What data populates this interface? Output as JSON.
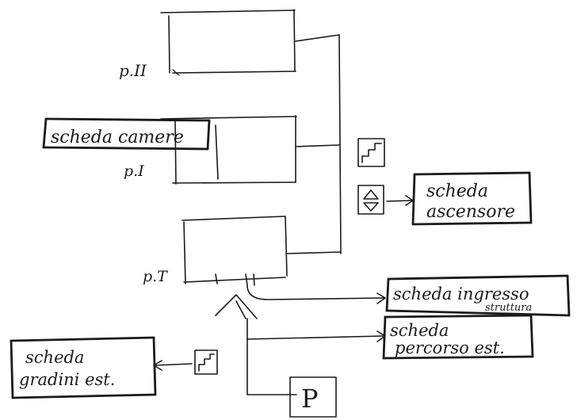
{
  "floors": {
    "p2_label": "p.II",
    "p1_label": "p.I",
    "pt_label": "p.T"
  },
  "cards": {
    "camere": "scheda camere",
    "ascensore_line1": "scheda",
    "ascensore_line2": "ascensore",
    "ingresso_line1": "scheda ingresso",
    "ingresso_line2": "struttura",
    "percorso_line1": "scheda",
    "percorso_line2": "percorso est.",
    "gradini_line1": "scheda",
    "gradini_line2": "gradini est."
  },
  "parking": {
    "label": "P"
  }
}
